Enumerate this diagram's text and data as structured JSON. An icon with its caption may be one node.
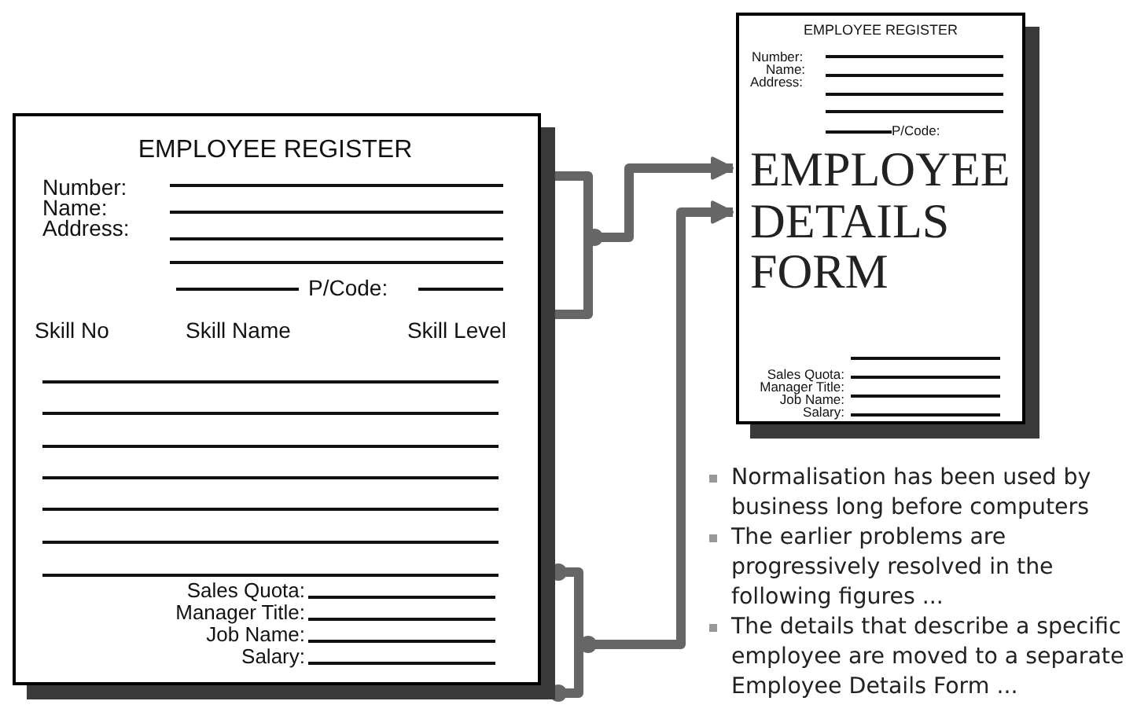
{
  "diagram": {
    "nodes": [
      {
        "text": [
          "EMPLOYEE REGISTER",
          "Number:",
          "Name:",
          "Address:",
          "P/Code:",
          "Skill No",
          "Skill Name",
          "Skill Level",
          "Sales Quota:",
          "Manager Title:",
          "Job Name:",
          "Salary:"
        ]
      },
      {
        "text": [
          "EMPLOYEE REGISTER",
          "Number:",
          "Name:",
          "Address:",
          "P/Code:",
          "EMPLOYEE DETAILS FORM",
          "Sales Quota:",
          "Manager Title:",
          "Job Name:",
          "Salary:"
        ]
      }
    ],
    "edges": [
      {
        "from": 0,
        "to": 1,
        "arrow": "to"
      },
      {
        "from": 0,
        "to": 1,
        "arrow": "to"
      }
    ],
    "labels": [
      "Normalisation has been used by business long before computers",
      "The earlier problems are progressively resolved in the following figures ...",
      "The details that describe a specific employee are moved to a separate Employee Details Form ..."
    ]
  }
}
